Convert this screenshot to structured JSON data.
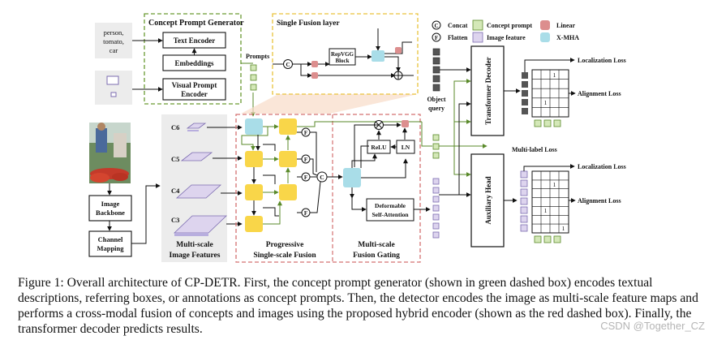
{
  "diagram": {
    "concept_prompt_generator": {
      "title": "Concept Prompt Generator",
      "text_encoder": "Text Encoder",
      "embeddings": "Embeddings",
      "visual_prompt_encoder_l1": "Visual Prompt",
      "visual_prompt_encoder_l2": "Encoder",
      "text_input_l1": "person,",
      "text_input_l2": "tomato,",
      "text_input_l3": "car"
    },
    "prompts_label": "Prompts",
    "single_fusion_layer": {
      "title": "Single Fusion layer",
      "repvgg_l1": "RepVGG",
      "repvgg_l2": "Block",
      "concat_symbol": "C",
      "flatten_symbol": "F"
    },
    "legend": {
      "concat": "Concat",
      "flatten": "Flatten",
      "concept_prompt": "Concept prompt",
      "image_feature": "Image feature",
      "linear": "Linear",
      "xmha": "X-MHA",
      "colors": {
        "concept_prompt": "#d4e8b8",
        "image_feature": "#ddd4ee",
        "linear": "#dc8e8e",
        "xmha": "#a9dde8",
        "fusion_block": "#f9d649"
      }
    },
    "backbone": {
      "image_backbone_l1": "Image",
      "image_backbone_l2": "Backbone",
      "channel_mapping_l1": "Channel",
      "channel_mapping_l2": "Mapping"
    },
    "features": {
      "levels": [
        "C6",
        "C5",
        "C4",
        "C3"
      ],
      "caption_l1": "Multi-scale",
      "caption_l2": "Image Features"
    },
    "progressive_fusion": {
      "caption_l1": "Progressive",
      "caption_l2": "Single-scale Fusion"
    },
    "gating": {
      "caption_l1": "Multi-scale",
      "caption_l2": "Fusion Gating",
      "relu": "ReLU",
      "ln": "LN",
      "deformable_l1": "Deformable",
      "deformable_l2": "Self-Attention"
    },
    "object_query_l1": "Object",
    "object_query_l2": "query",
    "transformer_decoder": "Transformer Decoder",
    "auxiliary_head": "Auxiliary Head",
    "outputs": {
      "localization_loss_top": "Localization Loss",
      "alignment_loss_top": "Alignment Loss",
      "multilabel_loss": "Multi-label Loss",
      "localization_loss_bottom": "Localization Loss",
      "alignment_loss_bottom": "Alignment Loss"
    },
    "matrix_marks": {
      "one": "1"
    }
  },
  "caption": {
    "text": "Figure 1: Overall architecture of CP-DETR. First, the concept prompt generator (shown in green dashed box) encodes textual descriptions, referring boxes, or annotations as concept prompts. Then, the detector encodes the image as multi-scale feature maps and performs a cross-modal fusion of concepts and images using the proposed hybrid encoder (shown as the red dashed box). Finally, the transformer decoder predicts results."
  },
  "watermark": "CSDN @Together_CZ"
}
